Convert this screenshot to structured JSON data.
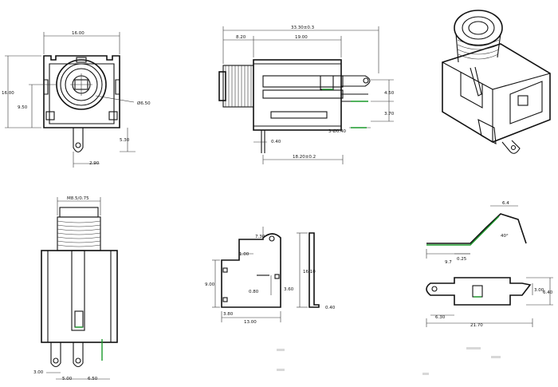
{
  "views": {
    "front": {
      "dims": [
        "16.00",
        "16.00",
        "9.50",
        "Ø6.50",
        "5.30",
        "2.90"
      ]
    },
    "side": {
      "dims": [
        "33.30±0.3",
        "8.20",
        "19.00",
        "4.50",
        "3.70",
        "3-Ø0.40",
        "0.40",
        "18.20±0.2"
      ]
    },
    "top": {
      "dims": [
        "M8.5/0.75",
        "3.00",
        "5.00",
        "6.50"
      ]
    },
    "terminal_a": {
      "dims": [
        "7.30",
        "1.00",
        "9.00",
        "0.80",
        "3.60",
        "13.00",
        "3.80"
      ]
    },
    "terminal_b": {
      "dims": [
        "16.10",
        "0.40"
      ]
    },
    "spring": {
      "dims": [
        "6.4",
        "40°",
        "0.25",
        "9.7",
        "3.00",
        "6.40",
        "6.30",
        "21.70"
      ]
    }
  },
  "colors": {
    "line": "#111111",
    "accent_green": "#1a9a2a"
  }
}
